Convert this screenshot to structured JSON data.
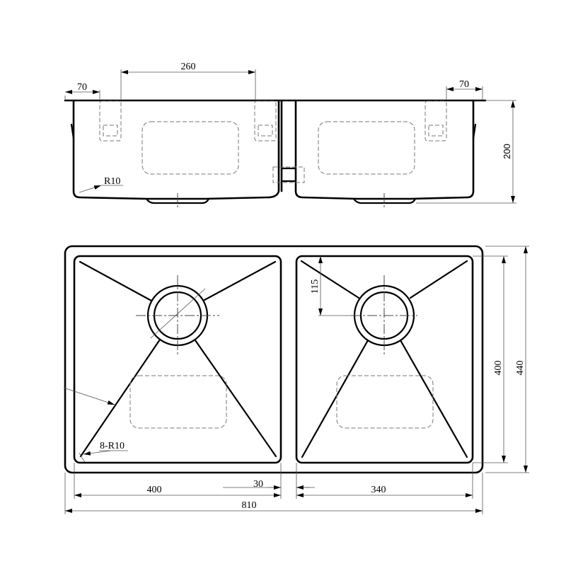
{
  "drawing": {
    "subject": "Double bowl undermount sink technical drawing",
    "units": "mm",
    "line_color": "#000000",
    "dim_color": "#555555",
    "hidden_line_color": "#777777"
  },
  "side_view": {
    "dimensions": {
      "left_flange_offset": "70",
      "bracket_spacing": "260",
      "right_flange_offset": "70",
      "depth": "200"
    },
    "annotations": {
      "corner_radius": "R10"
    }
  },
  "top_view": {
    "dimensions": {
      "drain_offset": "115",
      "inner_depth": "400",
      "overall_depth": "440",
      "left_bowl_width": "400",
      "divider_width": "30",
      "right_bowl_width": "340",
      "overall_width": "810"
    },
    "annotations": {
      "corner_radii": "8-R10"
    }
  }
}
